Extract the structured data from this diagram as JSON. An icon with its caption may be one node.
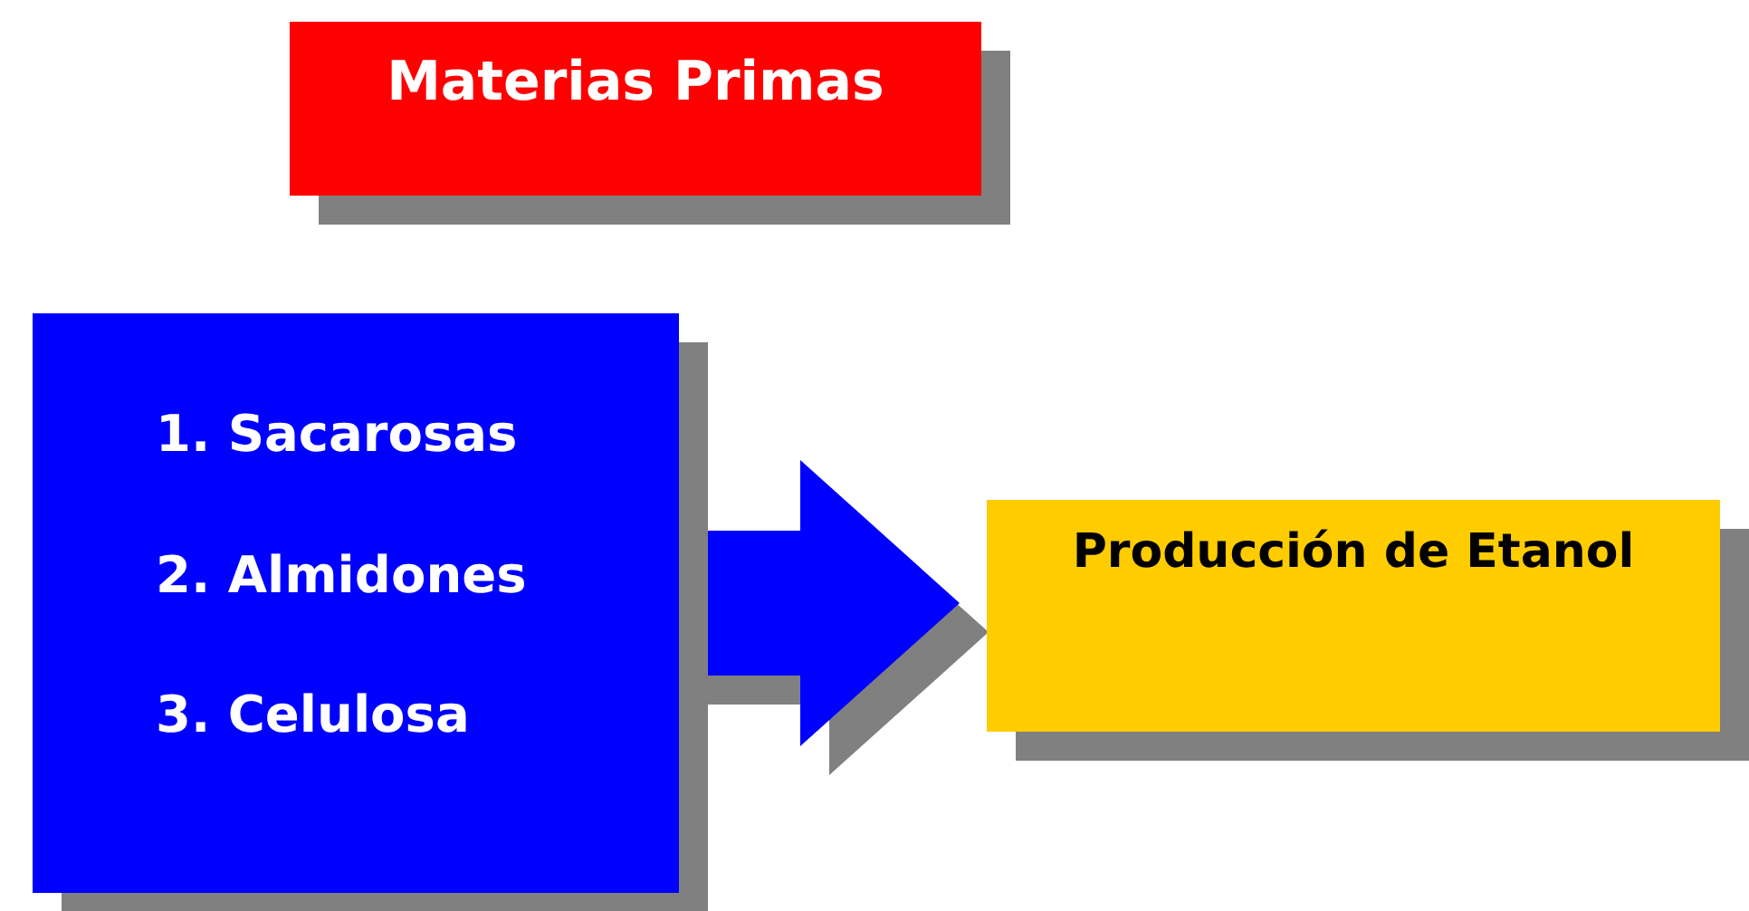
{
  "diagram": {
    "nodes": [
      {
        "text": [
          "Materias Primas"
        ]
      },
      {
        "text": [
          "1. Sacarosas",
          "2. Almidones",
          "3. Celulosa"
        ]
      },
      {
        "text": [
          "Producción de Etanol"
        ]
      }
    ],
    "edges": [
      {
        "from": 1,
        "to": 2,
        "arrow": "to"
      }
    ]
  }
}
